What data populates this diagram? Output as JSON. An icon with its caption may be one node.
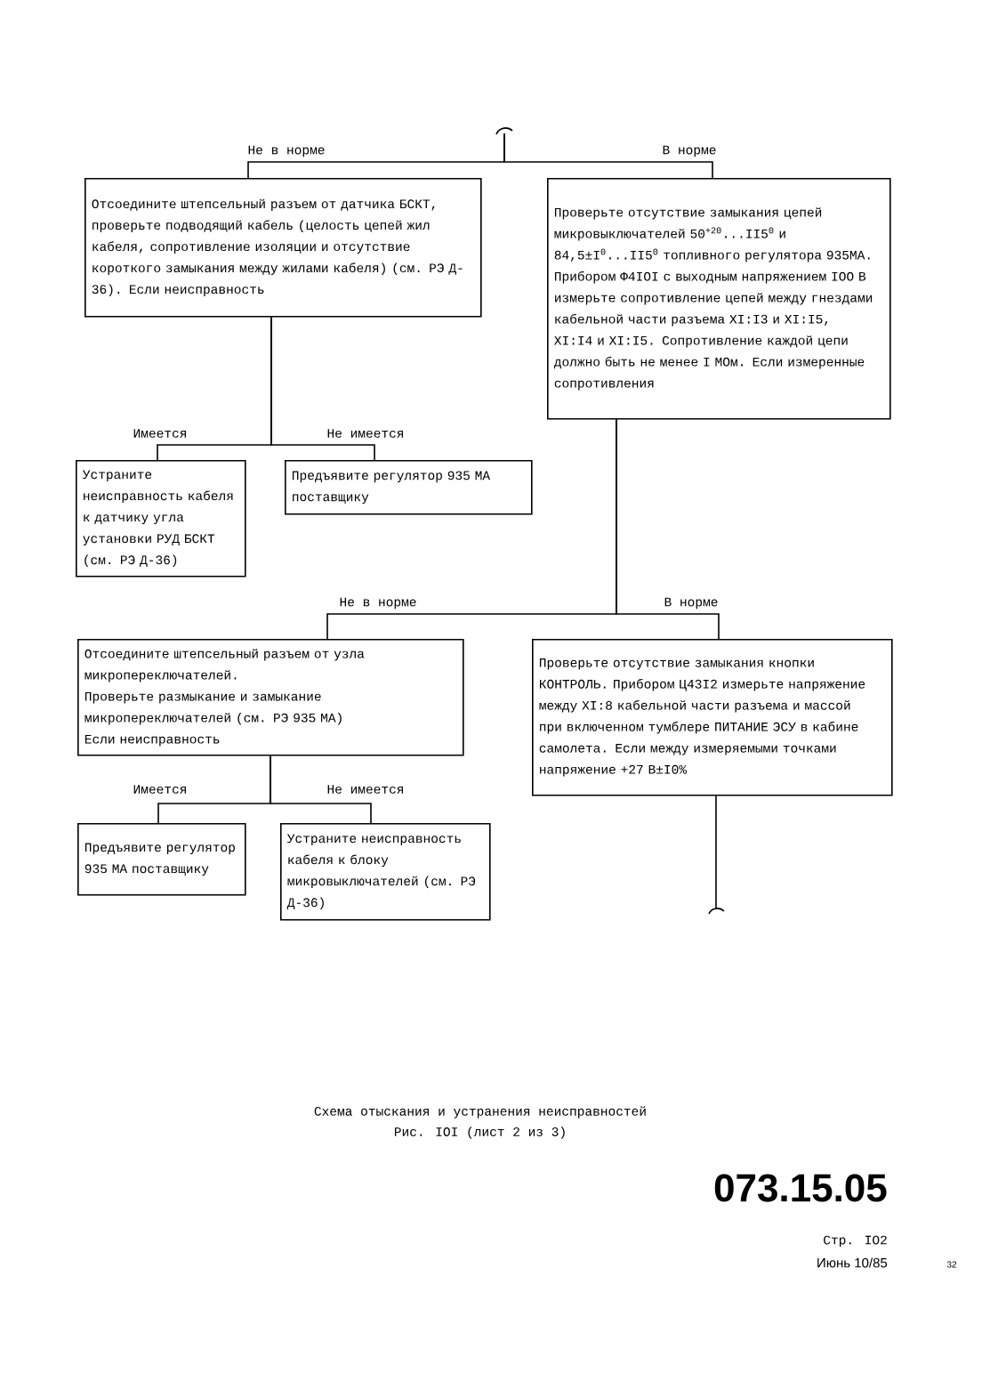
{
  "diagram": {
    "caption": "Схема отыскания и устранения неисправностей",
    "nodes": [
      {
        "text": [
          "Отсоедините штепсельный разъем от датчика БСКТ, проверьте подводящий кабель (целость цепей жил кабеля, сопротивление изоляции и отсутствие короткого замыкания между жилами кабеля) (см. РЭ Д-36). Если неисправность"
        ]
      },
      {
        "text": [
          "Проверьте отсутствие замыкания цепей микровыключателей 50$^{+20}$...II5$^{0}$ и 84,5±I$^{0}$...II5$^{0}$ топливного регулятора 935МА.",
          "Прибором Ф4IOI с выходным напряжением IOO В измерьте сопротивление цепей между гнездами кабельной части разъема XI:I3 и XI:I5, XI:I4 и XI:I5. Сопротивление каждой цепи должно быть не менее I МОм. Если измеренные сопротивления"
        ]
      },
      {
        "text": [
          "Устраните неисправность кабеля к датчику угла установки РУД БСКТ (см. РЭ Д-36)"
        ]
      },
      {
        "text": [
          "Предъявите регулятор 935 МА поставщику"
        ]
      },
      {
        "text": [
          "Отсоедините штепсельный разъем от узла микропереключателей.",
          "Проверьте размыкание и замыкание микропереключателей (см. РЭ 935 МА)",
          "Если неисправность"
        ]
      },
      {
        "text": [
          "Проверьте отсутствие замыкания кнопки КОНТРОЛЬ. Прибором Ц43I2 измерьте напряжение между XI:8 кабельной части разъема и массой при включенном тумблере ПИТАНИЕ ЭСУ в кабине самолета. Если между измеряемыми точками напряжение +27 В±I0%"
        ]
      },
      {
        "text": [
          "Предъявите регулятор 935 МА поставщику"
        ]
      },
      {
        "text": [
          "Устраните неисправность кабеля к блоку микровыключателей (см. РЭ Д-36)"
        ]
      }
    ],
    "edges": [
      {
        "from": null,
        "to": 0,
        "arrow": "none",
        "label": "Не в норме"
      },
      {
        "from": null,
        "to": 1,
        "arrow": "none",
        "label": "В норме"
      },
      {
        "from": 0,
        "to": 2,
        "arrow": "none",
        "label": "Имеется"
      },
      {
        "from": 0,
        "to": 3,
        "arrow": "none",
        "label": "Не имеется"
      },
      {
        "from": 1,
        "to": 4,
        "arrow": "none",
        "label": "Не в норме"
      },
      {
        "from": 1,
        "to": 5,
        "arrow": "none",
        "label": "В норме"
      },
      {
        "from": 4,
        "to": 6,
        "arrow": "none",
        "label": "Имеется"
      },
      {
        "from": 4,
        "to": 7,
        "arrow": "none",
        "label": "Не имеется"
      },
      {
        "from": 5,
        "to": null,
        "arrow": "none"
      }
    ],
    "labels": [
      "Рис. IOI (лист 2 из 3)",
      "073.15.05",
      "Стр. IO2",
      "Июнь 10/85",
      "32"
    ]
  }
}
